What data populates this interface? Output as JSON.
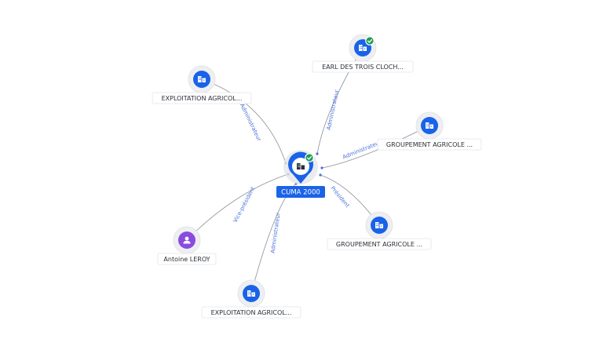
{
  "center": {
    "label": "CUMA 2000",
    "icon": "building-icon",
    "verified": true
  },
  "nodes": [
    {
      "id": "earl",
      "label": "EARL DES TROIS CLOCH...",
      "icon": "building-icon",
      "verified": true,
      "relation": "Administrateur"
    },
    {
      "id": "expl1",
      "label": "EXPLOITATION AGRICOL...",
      "icon": "building-icon",
      "verified": false,
      "relation": "Administrateur"
    },
    {
      "id": "grp1",
      "label": "GROUPEMENT AGRICOLE ...",
      "icon": "building-icon",
      "verified": false,
      "relation": "Administrateur"
    },
    {
      "id": "grp2",
      "label": "GROUPEMENT AGRICOLE ...",
      "icon": "building-icon",
      "verified": false,
      "relation": "Président"
    },
    {
      "id": "person",
      "label": "Antoine LEROY",
      "icon": "person-icon",
      "verified": false,
      "relation": "Vice-président"
    },
    {
      "id": "expl2",
      "label": "EXPLOITATION AGRICOL...",
      "icon": "building-icon",
      "verified": false,
      "relation": "Administrateur"
    }
  ],
  "colors": {
    "company": "#1a63e8",
    "person": "#8a4be0",
    "relation": "#4a72d8",
    "verified": "#1f9d55"
  }
}
